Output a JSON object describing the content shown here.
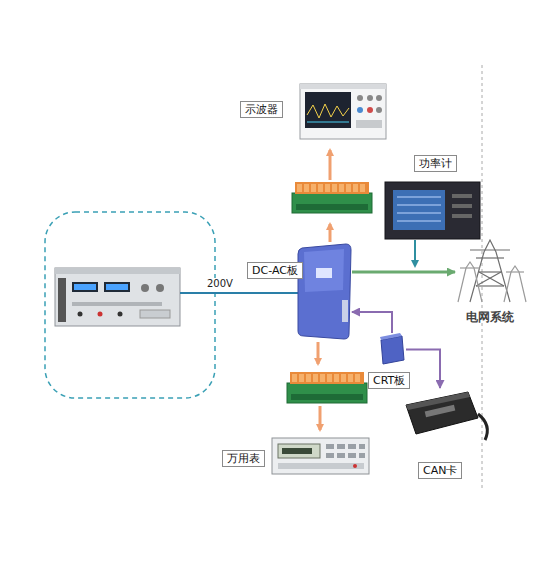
{
  "diagram": {
    "nodes": [
      {
        "text": [
          "示波器"
        ]
      },
      {
        "text": [
          "功率计"
        ]
      },
      {
        "text": [
          "DC-AC板"
        ]
      },
      {
        "text": [
          "电网系统"
        ]
      },
      {
        "text": [
          "CRT板"
        ]
      },
      {
        "text": [
          "万用表"
        ]
      },
      {
        "text": [
          "CAN卡"
        ]
      }
    ],
    "edges": [
      {
        "from": 2,
        "to": 3,
        "arrow": "to"
      },
      {
        "from": 4,
        "to": 2,
        "arrow": "to"
      },
      {
        "from": 4,
        "to": 6,
        "arrow": "to"
      }
    ],
    "labels": [
      "200V"
    ]
  }
}
